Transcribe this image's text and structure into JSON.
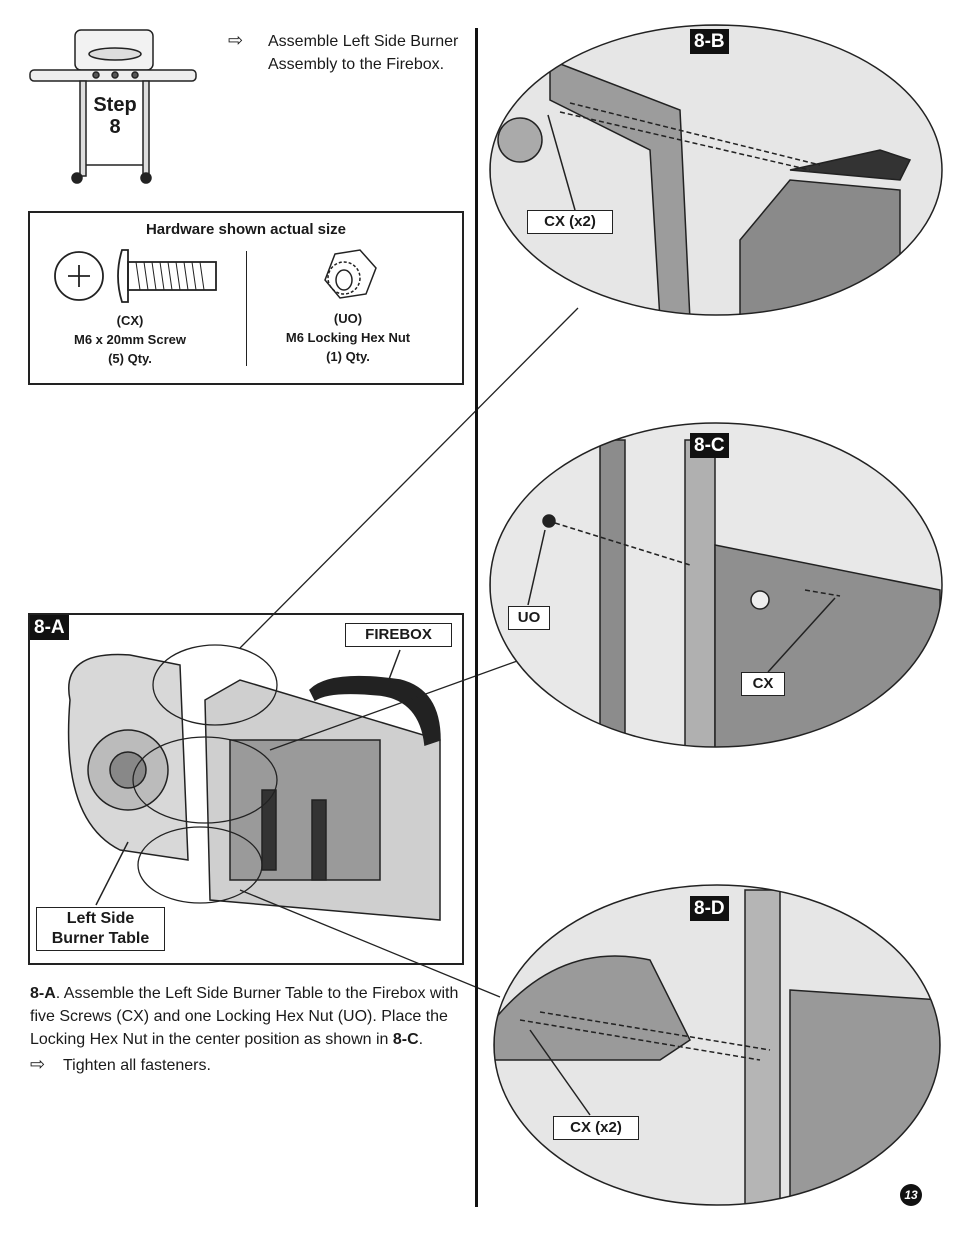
{
  "step": {
    "word": "Step",
    "number": "8"
  },
  "intro": {
    "bullet_icon": "arrow-right-icon",
    "text_line1": "Assemble Left Side Burner",
    "text_line2": "Assembly to the Firebox."
  },
  "hardware": {
    "title": "Hardware shown actual size",
    "items": [
      {
        "code": "(CX)",
        "name": "M6 x 20mm Screw",
        "qty": "(5) Qty."
      },
      {
        "code": "(UO)",
        "name": "M6 Locking Hex Nut",
        "qty": "(1) Qty."
      }
    ]
  },
  "figures": {
    "a": {
      "tag": "8-A",
      "firebox_label": "FIREBOX",
      "table_label_line1": "Left Side",
      "table_label_line2": "Burner Table"
    },
    "b": {
      "tag": "8-B",
      "label": "CX (x2)"
    },
    "c": {
      "tag": "8-C",
      "label_uo": "UO",
      "label_cx": "CX"
    },
    "d": {
      "tag": "8-D",
      "label": "CX (x2)"
    }
  },
  "instructions": {
    "step_ref": "8-A",
    "text": ". Assemble the Left Side Burner Table to the Firebox with five Screws (CX) and one Locking Hex Nut (UO).  Place the Locking Hex Nut in the center position as shown in ",
    "ref2": "8-C",
    "end": ".",
    "tighten": "Tighten all fasteners."
  },
  "page_number": "13"
}
